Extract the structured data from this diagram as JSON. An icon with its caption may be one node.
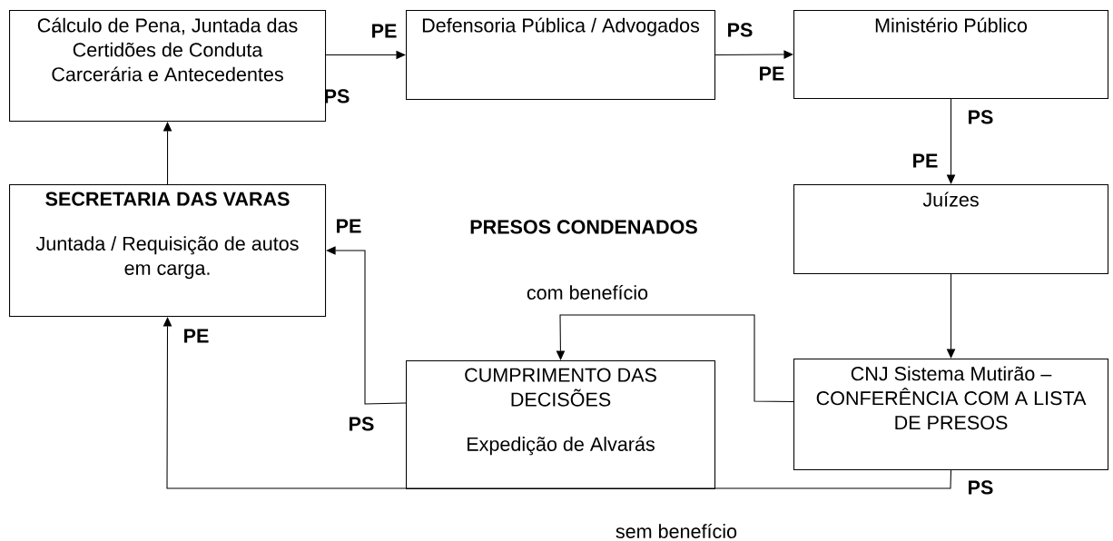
{
  "diagram": {
    "nodes": [
      {
        "text": [
          "Cálculo de Pena, Juntada das Certidões de Conduta Carcerária e Antecedentes"
        ]
      },
      {
        "text": [
          "Defensoria Pública / Advogados"
        ]
      },
      {
        "text": [
          "Ministério Público"
        ]
      },
      {
        "text": [
          "SECRETARIA DAS VARAS",
          "Juntada / Requisição de autos em carga."
        ]
      },
      {
        "text": [
          "Juízes"
        ]
      },
      {
        "text": [
          "CUMPRIMENTO DAS DECISÕES",
          "Expedição de Alvarás"
        ]
      },
      {
        "text": [
          "CNJ Sistema Mutirão – CONFERÊNCIA COM A LISTA DE PRESOS"
        ]
      }
    ],
    "edges": [
      {
        "from": 0,
        "to": 1,
        "arrow": "to"
      },
      {
        "from": 1,
        "to": 2,
        "arrow": "to"
      },
      {
        "from": 2,
        "to": 4,
        "arrow": "to"
      },
      {
        "from": 4,
        "to": 6,
        "arrow": "to"
      },
      {
        "from": 6,
        "to": 5,
        "arrow": "to",
        "label": "com benefício"
      },
      {
        "from": 5,
        "to": 3,
        "arrow": "to"
      },
      {
        "from": 6,
        "to": 3,
        "arrow": "to",
        "label": "sem benefício"
      },
      {
        "from": 3,
        "to": 0,
        "arrow": "to"
      }
    ],
    "labels": [
      "PS",
      "PE",
      "PE",
      "PS",
      "PS",
      "PE",
      "PE",
      "PRESOS CONDENADOS",
      "PE",
      "PS",
      "PS"
    ]
  }
}
